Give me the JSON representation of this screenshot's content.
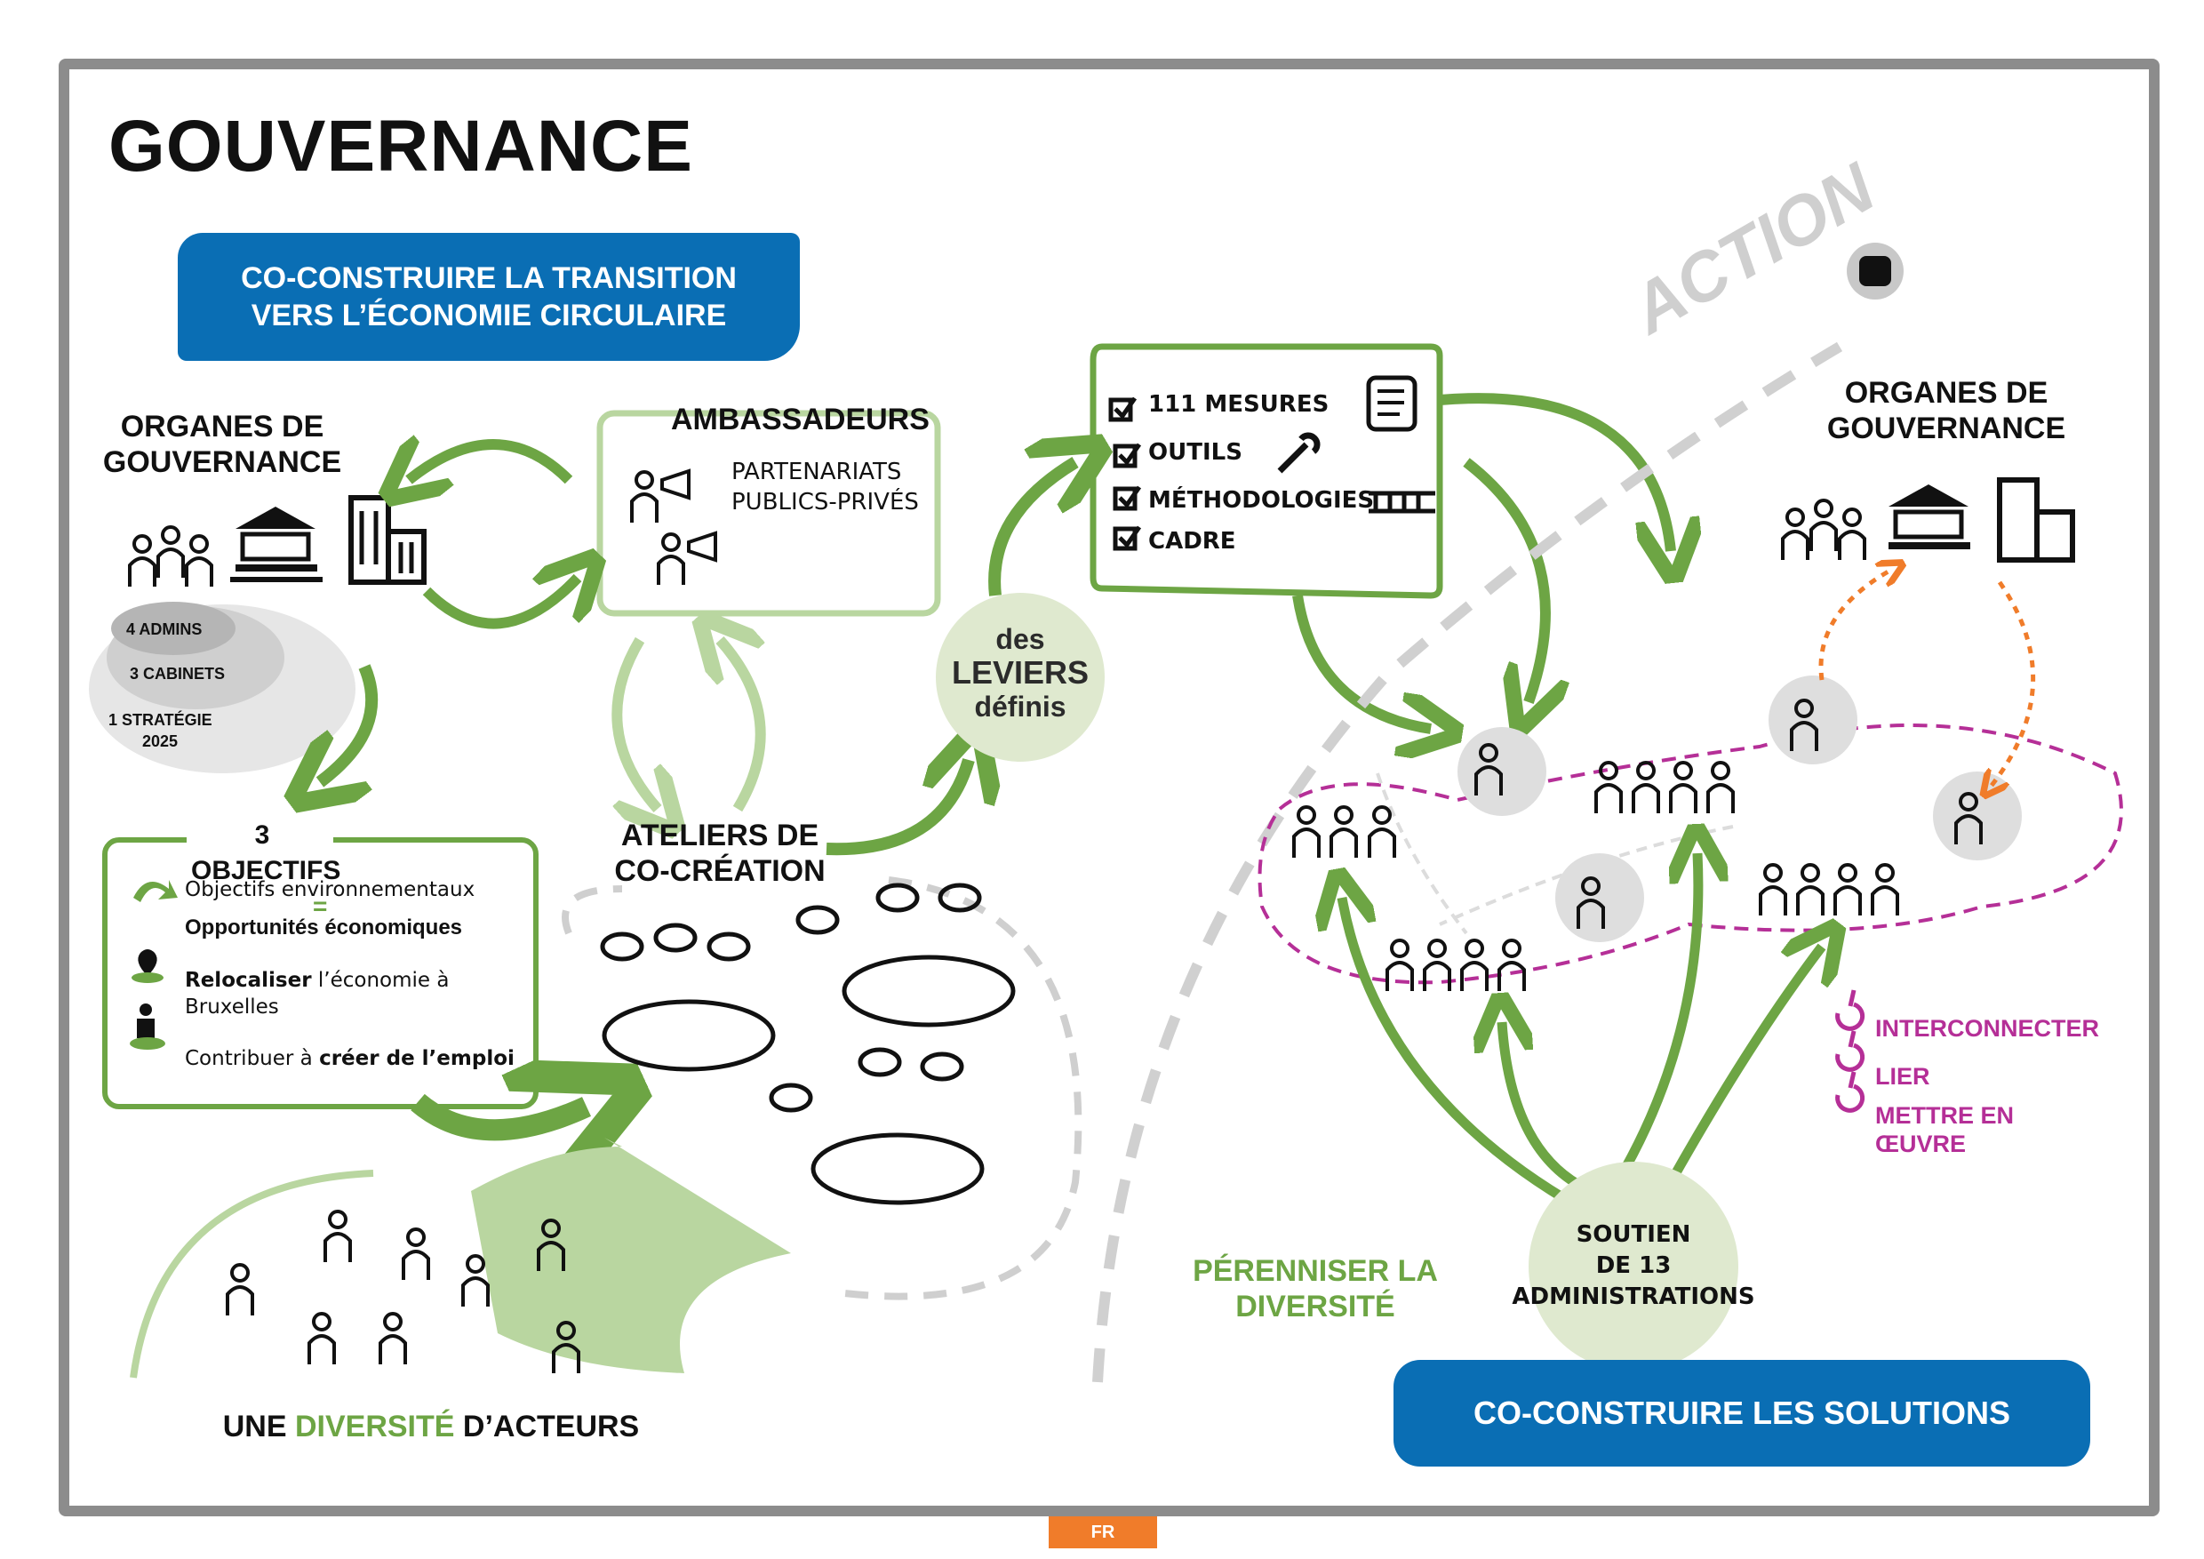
{
  "title": "GOUVERNANCE",
  "banner_top": {
    "line1": "CO-CONSTRUIRE LA TRANSITION",
    "line2": "VERS L’ÉCONOMIE CIRCULAIRE"
  },
  "organes_left": {
    "line1": "ORGANES DE",
    "line2": "GOUVERNANCE"
  },
  "ellipse": {
    "admins": "4 ADMINS",
    "cabinets": "3 CABINETS",
    "strategie1": "1 STRATÉGIE",
    "strategie2": "2025"
  },
  "ambassadeurs": {
    "title": "AMBASSADEURS",
    "line1": "PARTENARIATS",
    "line2": "PUBLICS-PRIVÉS"
  },
  "objectifs": {
    "title": "3 OBJECTIFS",
    "item1a": "Objectifs environnementaux",
    "equals": "=",
    "item1b": "Opportunités économiques",
    "item2a_bold": "Relocaliser",
    "item2a": " l’économie à",
    "item2b": "Bruxelles",
    "item3a": "Contribuer à ",
    "item3_bold": "créer de l’emploi"
  },
  "ateliers": {
    "line1": "ATELIERS DE",
    "line2": "CO-CRÉATION"
  },
  "diversite": {
    "pre": "UNE ",
    "highlight": "DIVERSITÉ",
    "post": " D’ACTEURS"
  },
  "leviers": {
    "line1": "des",
    "line2": "LEVIERS",
    "line3": "définis"
  },
  "mesures": {
    "m1": "111 MESURES",
    "m2": "OUTILS",
    "m3": "MÉTHODOLOGIES",
    "m4": "CADRE"
  },
  "action": "ACTION",
  "organes_right": {
    "line1": "ORGANES DE",
    "line2": "GOUVERNANCE"
  },
  "verbs": {
    "v1": "INTERCONNECTER",
    "v2": "LIER",
    "v3a": "METTRE EN",
    "v3b": "ŒUVRE"
  },
  "perenniser": {
    "line1": "PÉRENNISER LA",
    "line2": "DIVERSITÉ"
  },
  "soutien": {
    "line1": "SOUTIEN",
    "line2": "DE 13",
    "line3": "ADMINISTRATIONS"
  },
  "banner_bottom": "CO-CONSTRUIRE LES SOLUTIONS",
  "lang": "FR",
  "colors": {
    "blue": "#0a6eb4",
    "green": "#6da544",
    "light_green": "#b9d6a0",
    "magenta": "#b52f97",
    "orange": "#f07c2a",
    "grey": "#8c8c8c"
  },
  "icons": [
    "people-icon",
    "institution-icon",
    "building-icon",
    "megaphone-icon",
    "scroll-icon",
    "wrench-icon",
    "ladder-icon",
    "fist-icon",
    "check-icon",
    "recycle-icon",
    "map-pin-icon",
    "worker-icon"
  ]
}
